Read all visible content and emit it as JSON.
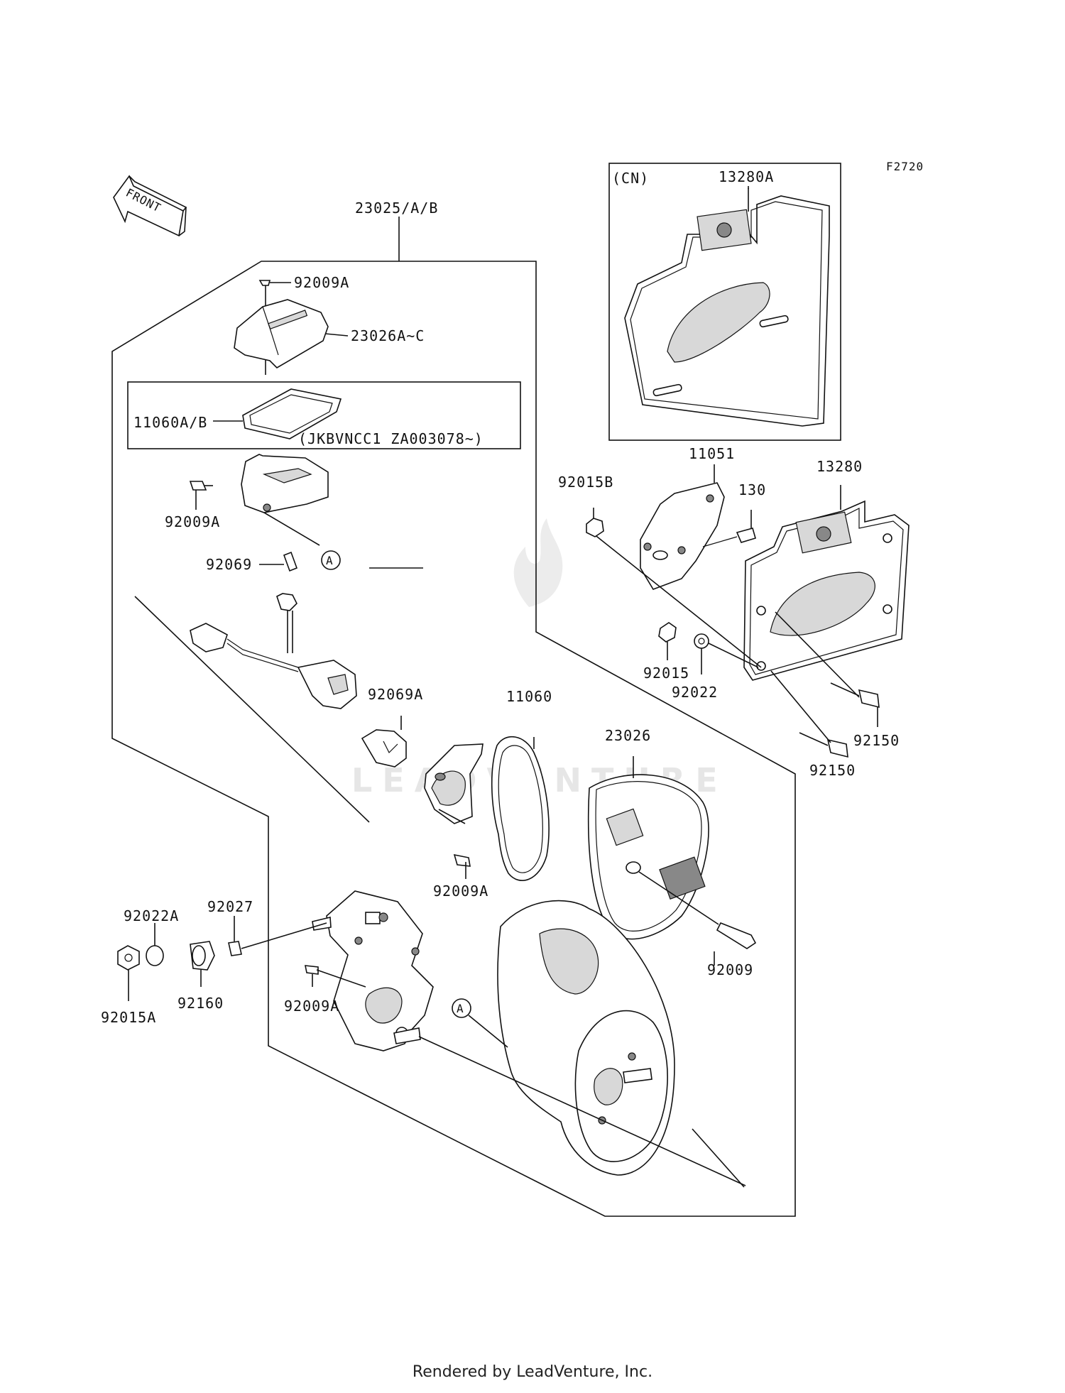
{
  "diagram_code": "F2720",
  "front_label": "FRONT",
  "region_label": "(CN)",
  "serial_note": "(JKBVNCC1  ZA003078~)",
  "callout_letter": "A",
  "watermark": "LEADVENTURE",
  "footer": "Rendered by LeadVenture, Inc.",
  "parts": {
    "p23025": "23025/A/B",
    "p92009A_top": "92009A",
    "p23026A": "23026A~C",
    "p11060AB": "11060A/B",
    "p92009A_2": "92009A",
    "p92069": "92069",
    "p92069A": "92069A",
    "p11060": "11060",
    "p23026": "23026",
    "p92009A_3": "92009A",
    "p92009": "92009",
    "p92022A": "92022A",
    "p92027": "92027",
    "p92015A": "92015A",
    "p92160": "92160",
    "p92009A_4": "92009A",
    "p13280A": "13280A",
    "p11051": "11051",
    "p92015B": "92015B",
    "p130": "130",
    "p13280": "13280",
    "p92015": "92015",
    "p92022": "92022",
    "p92150_a": "92150",
    "p92150_b": "92150"
  }
}
